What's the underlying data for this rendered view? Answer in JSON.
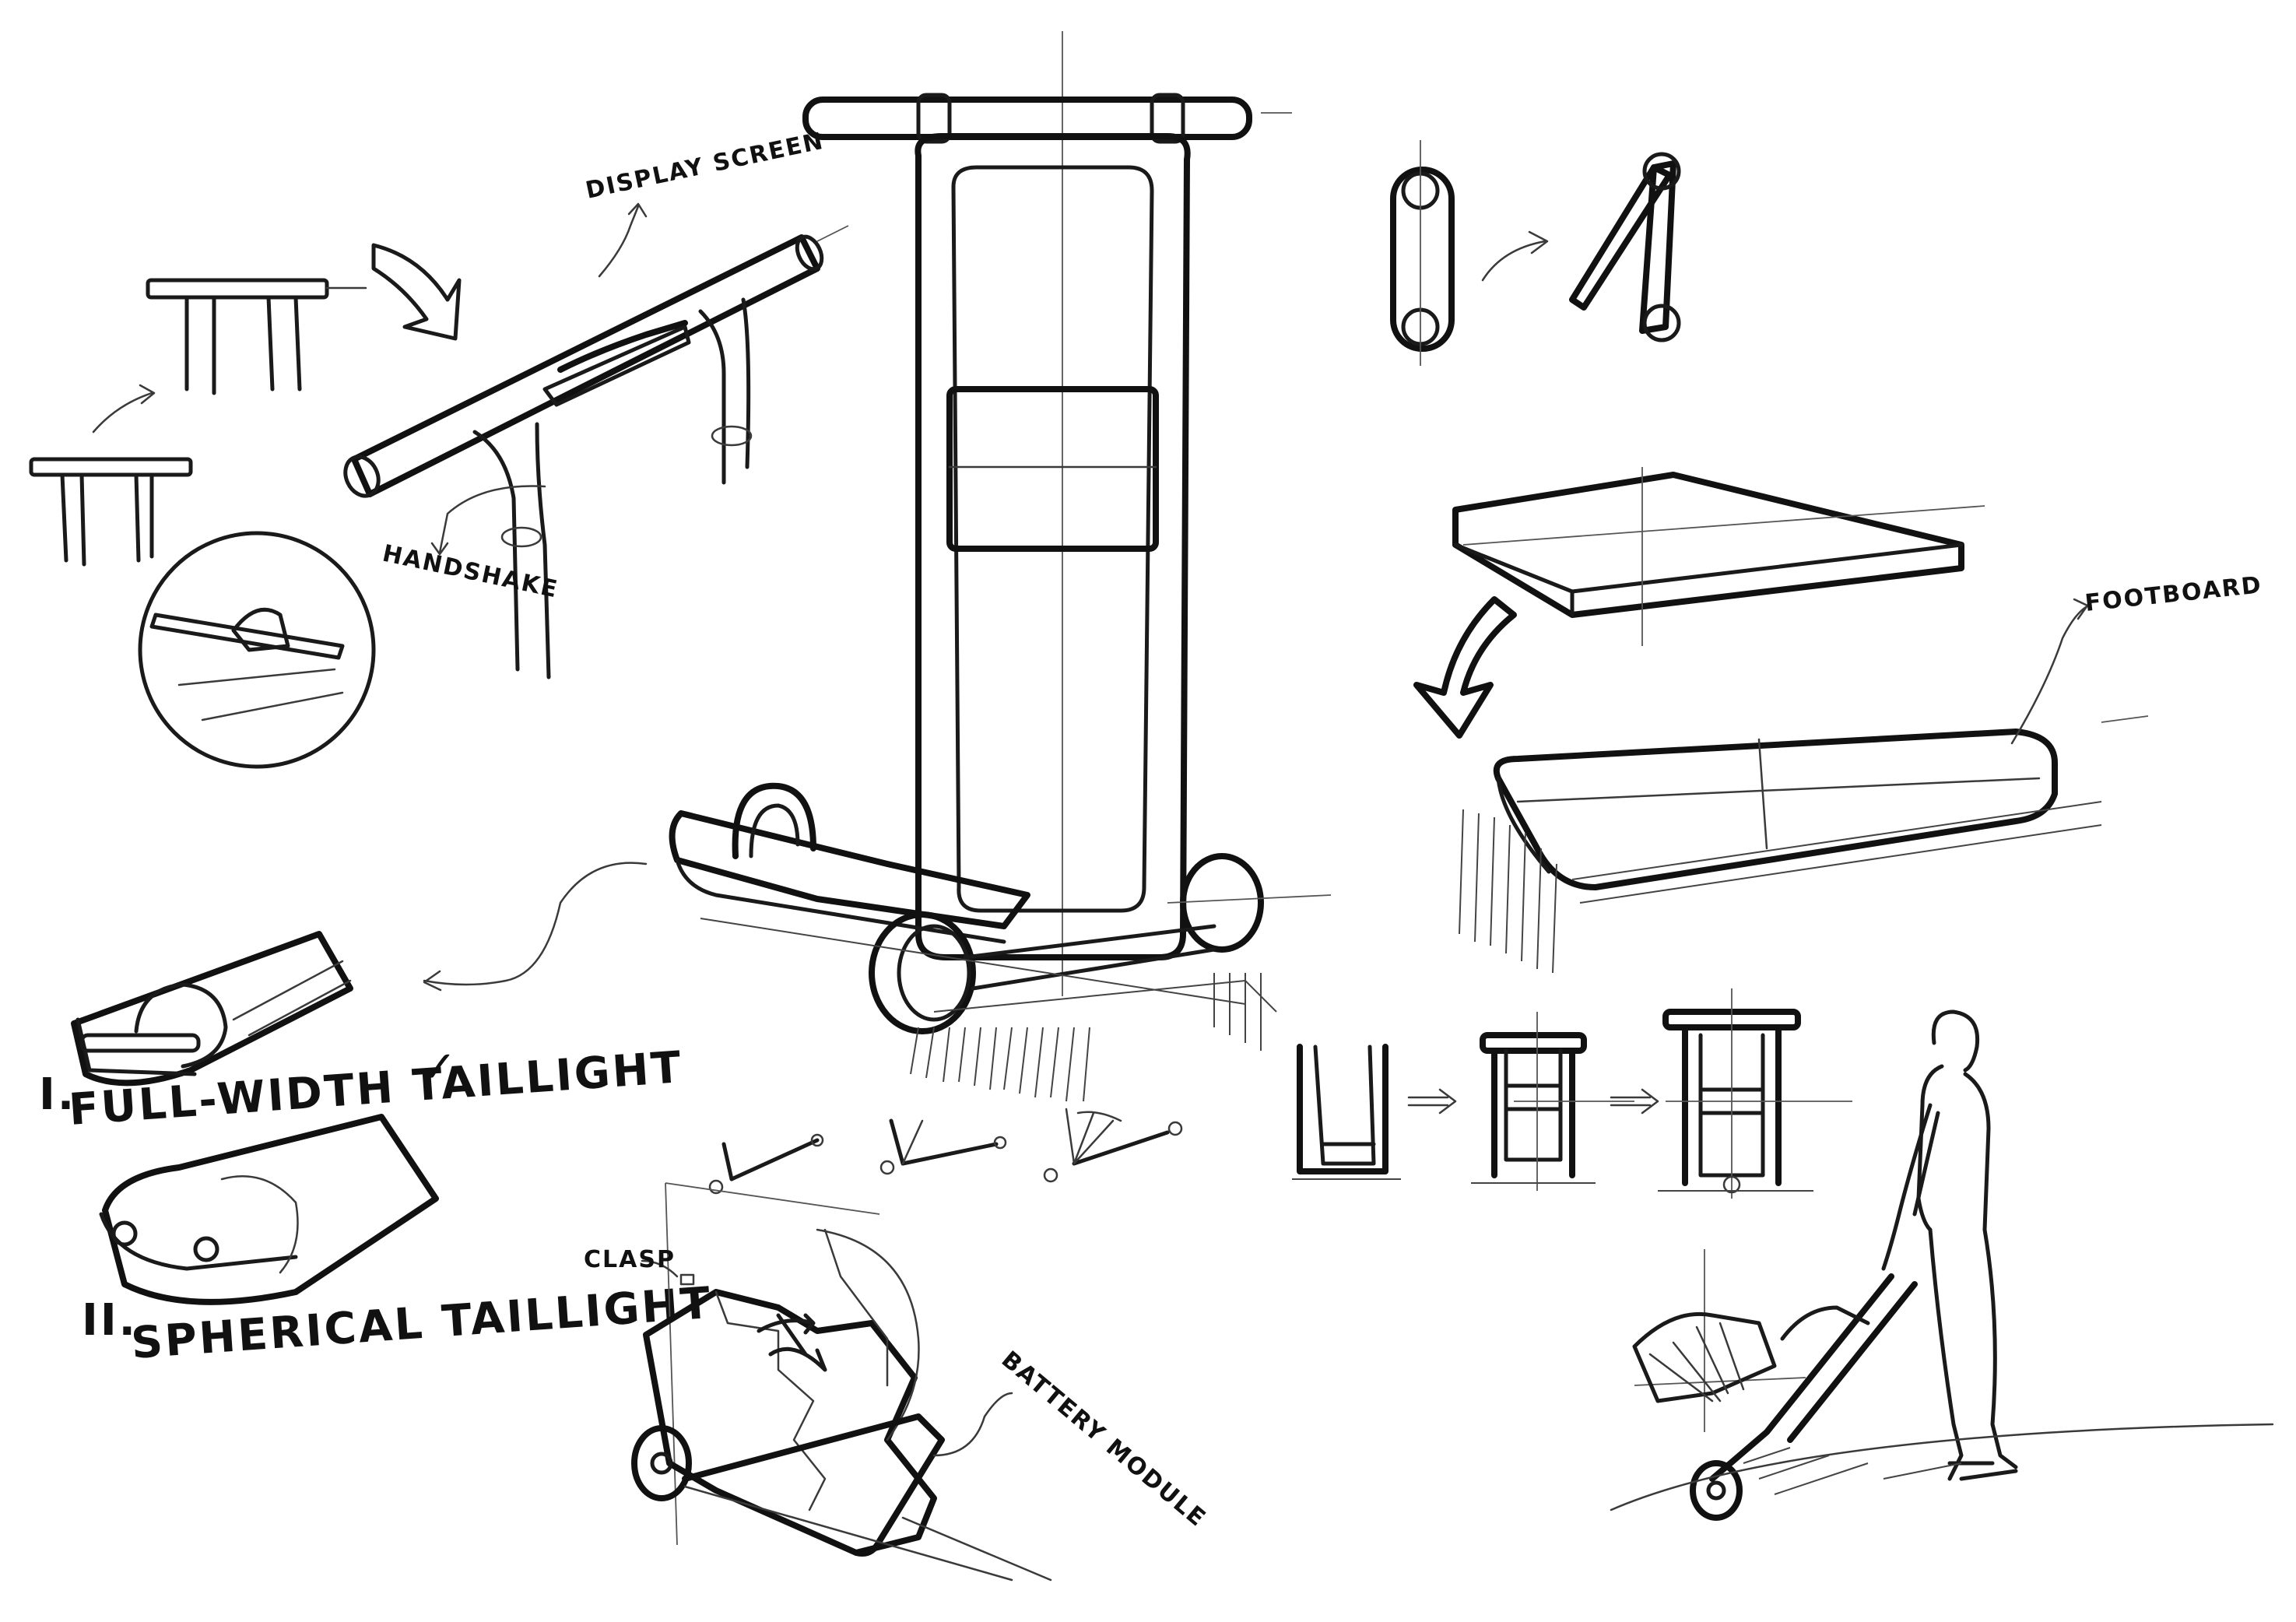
{
  "labels": {
    "display_screen": "DISPLAY SCREEN",
    "handshake": "HANDSHAKE",
    "footboard": "FOOTBOARD",
    "full_width_taillight": "FULL-WIDTH TAILLIGHT",
    "spherical_taillight": "SPHERICAL TAILLIGHT",
    "clasp": "CLASP",
    "battery_module": "BATTERY MODULE",
    "numeral_one": "I.",
    "numeral_two": "II.",
    "check_mark": "✓"
  }
}
